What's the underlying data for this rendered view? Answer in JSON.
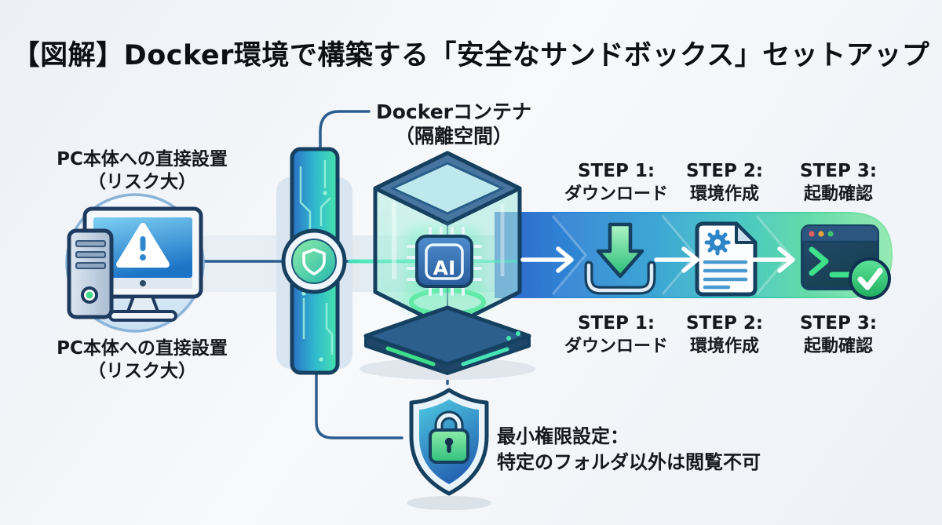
{
  "title": "【図解】Docker環境で構築する「安全なサンドボックス」セットアップ",
  "pc": {
    "label_top": {
      "line1": "PC本体への直接設置",
      "line2": "（リスク大）"
    },
    "label_bottom": {
      "line1": "PC本体への直接設置",
      "line2": "（リスク大）"
    }
  },
  "container": {
    "label": {
      "line1": "Dockerコンテナ",
      "line2": "（隔離空間）"
    },
    "chip_text": "AI"
  },
  "steps": {
    "top": [
      {
        "step": "STEP 1:",
        "name": "ダウンロード"
      },
      {
        "step": "STEP 2:",
        "name": "環境作成"
      },
      {
        "step": "STEP 3:",
        "name": "起動確認"
      }
    ],
    "bottom": [
      {
        "step": "STEP 1:",
        "name": "ダウンロード"
      },
      {
        "step": "STEP 2:",
        "name": "環境作成"
      },
      {
        "step": "STEP 3:",
        "name": "起動確認"
      }
    ]
  },
  "security": {
    "line1": "最小権限設定：",
    "line2": "特定のフォルダ以外は閲覧不可"
  },
  "colors": {
    "outline_navy": "#16405f",
    "accent_blue": "#2e7bd0",
    "accent_teal": "#35c8c0",
    "accent_green": "#3ed98c",
    "band_start_blue": "#2e63c8",
    "band_end_green": "#86e6a6"
  }
}
